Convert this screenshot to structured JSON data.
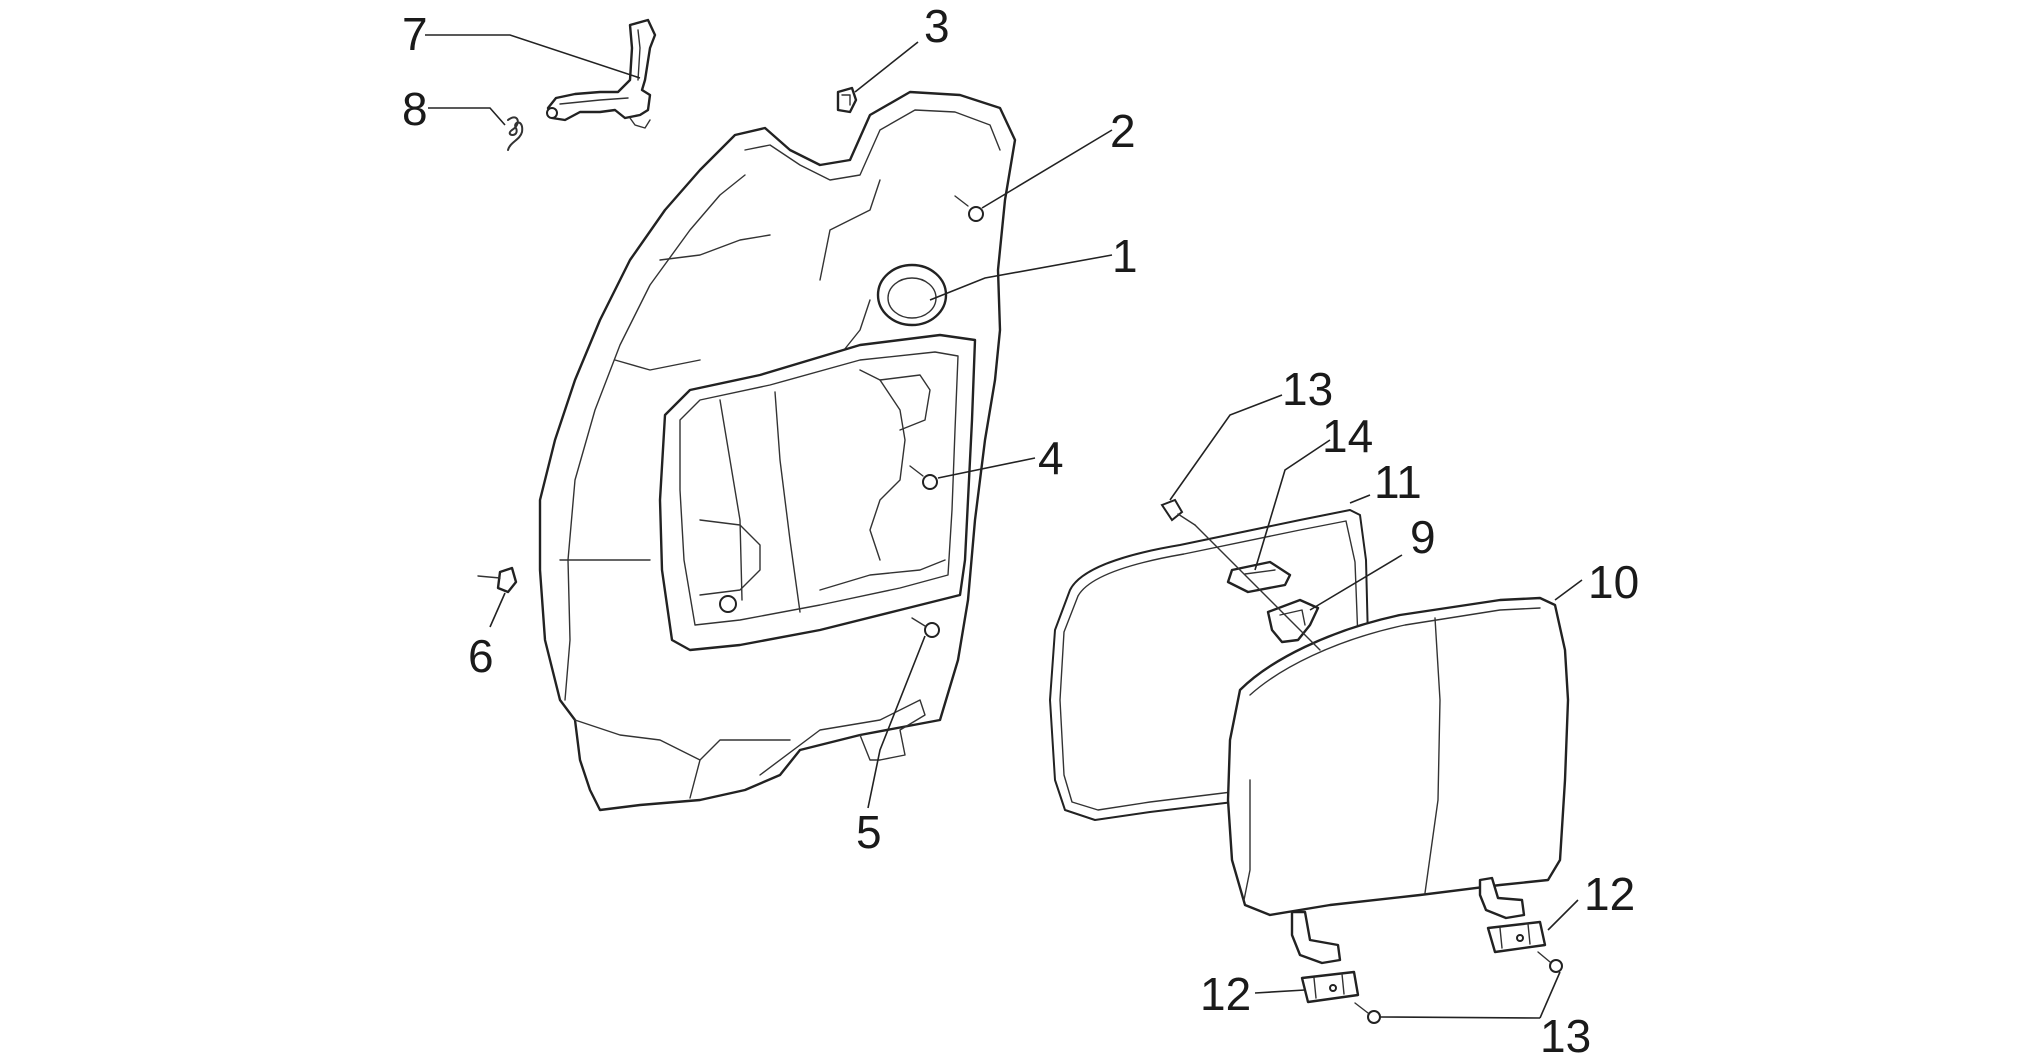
{
  "callouts": [
    {
      "id": "c1",
      "label": "1"
    },
    {
      "id": "c2",
      "label": "2"
    },
    {
      "id": "c3",
      "label": "3"
    },
    {
      "id": "c4",
      "label": "4"
    },
    {
      "id": "c5",
      "label": "5"
    },
    {
      "id": "c6",
      "label": "6"
    },
    {
      "id": "c7",
      "label": "7"
    },
    {
      "id": "c8",
      "label": "8"
    },
    {
      "id": "c9",
      "label": "9"
    },
    {
      "id": "c10",
      "label": "10"
    },
    {
      "id": "c11",
      "label": "11"
    },
    {
      "id": "c12a",
      "label": "12"
    },
    {
      "id": "c12b",
      "label": "12"
    },
    {
      "id": "c13a",
      "label": "13"
    },
    {
      "id": "c13b",
      "label": "13"
    },
    {
      "id": "c14",
      "label": "14"
    }
  ]
}
